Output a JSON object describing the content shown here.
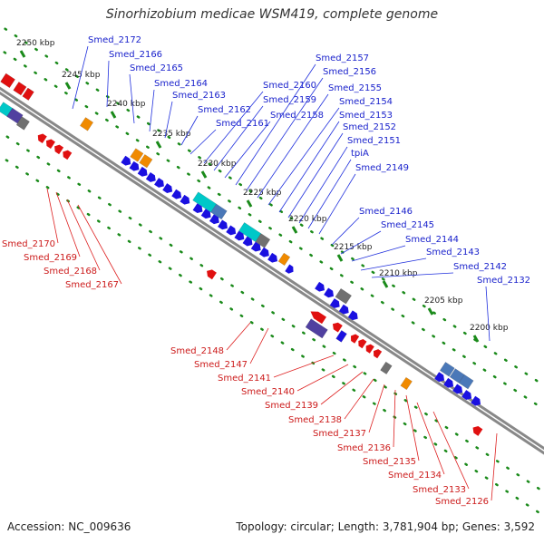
{
  "title": "Sinorhizobium medicae WSM419, complete genome",
  "footer": {
    "accession": "Accession: NC_009636",
    "topology": "Topology: circular; Length: 3,781,904 bp; Genes: 3,592"
  },
  "kbp_labels": [
    "2250 kbp",
    "2245 kbp",
    "2240 kbp",
    "2235 kbp",
    "2230 kbp",
    "2225 kbp",
    "2220 kbp",
    "2215 kbp",
    "2210 kbp",
    "2205 kbp",
    "2200 kbp"
  ],
  "forward_labels": [
    "Smed_2172",
    "Smed_2166",
    "Smed_2165",
    "Smed_2164",
    "Smed_2163",
    "Smed_2162",
    "Smed_2161",
    "Smed_2160",
    "Smed_2159",
    "Smed_2158",
    "Smed_2157",
    "Smed_2156",
    "Smed_2155",
    "Smed_2154",
    "Smed_2153",
    "Smed_2152",
    "Smed_2151",
    "tpiA",
    "Smed_2149",
    "Smed_2146",
    "Smed_2145",
    "Smed_2144",
    "Smed_2143",
    "Smed_2142",
    "Smed_2132"
  ],
  "reverse_labels": [
    "Smed_2170",
    "Smed_2169",
    "Smed_2168",
    "Smed_2167",
    "Smed_2148",
    "Smed_2147",
    "Smed_2141",
    "Smed_2140",
    "Smed_2139",
    "Smed_2138",
    "Smed_2137",
    "Smed_2136",
    "Smed_2135",
    "Smed_2134",
    "Smed_2133",
    "Smed_2126"
  ],
  "colors": {
    "forward_gene": "#1a10e0",
    "reverse_gene": "#e01010",
    "rna": "#00c8c8",
    "orange": "#f08a00",
    "gray": "#707070",
    "steel": "#4a78b8",
    "purple": "#5040a0",
    "tick": "#1a8a1a",
    "axis": "#888888"
  }
}
